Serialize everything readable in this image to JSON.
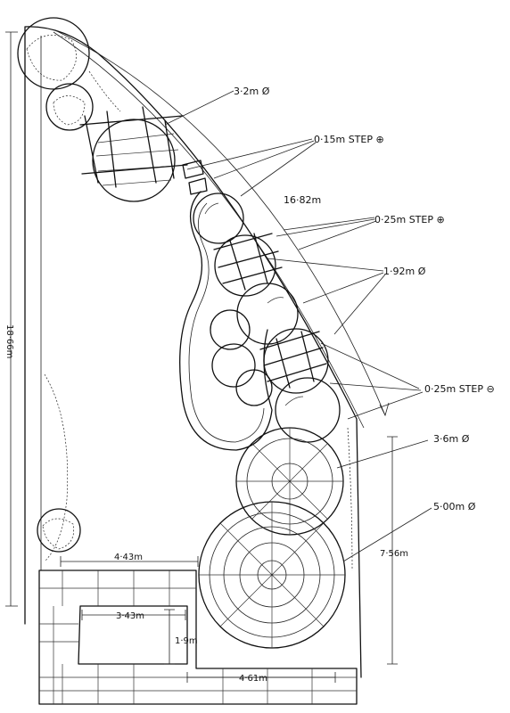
{
  "labels": {
    "circle_3_2": "3·2m Ø",
    "step_015": "0·15m STEP ⊕",
    "arc_1682": "16·82m",
    "step_025_up": "0·25m STEP ⊕",
    "circle_192": "1·92m Ø",
    "step_025_down": "0·25m STEP ⊖",
    "circle_36": "3·6m Ø",
    "circle_500": "5·00m Ø",
    "dim_1866": "18·66m",
    "dim_756": "7·56m",
    "dim_443": "4·43m",
    "dim_343": "3·43m",
    "dim_19": "1·9m",
    "dim_461": "4·61m"
  }
}
